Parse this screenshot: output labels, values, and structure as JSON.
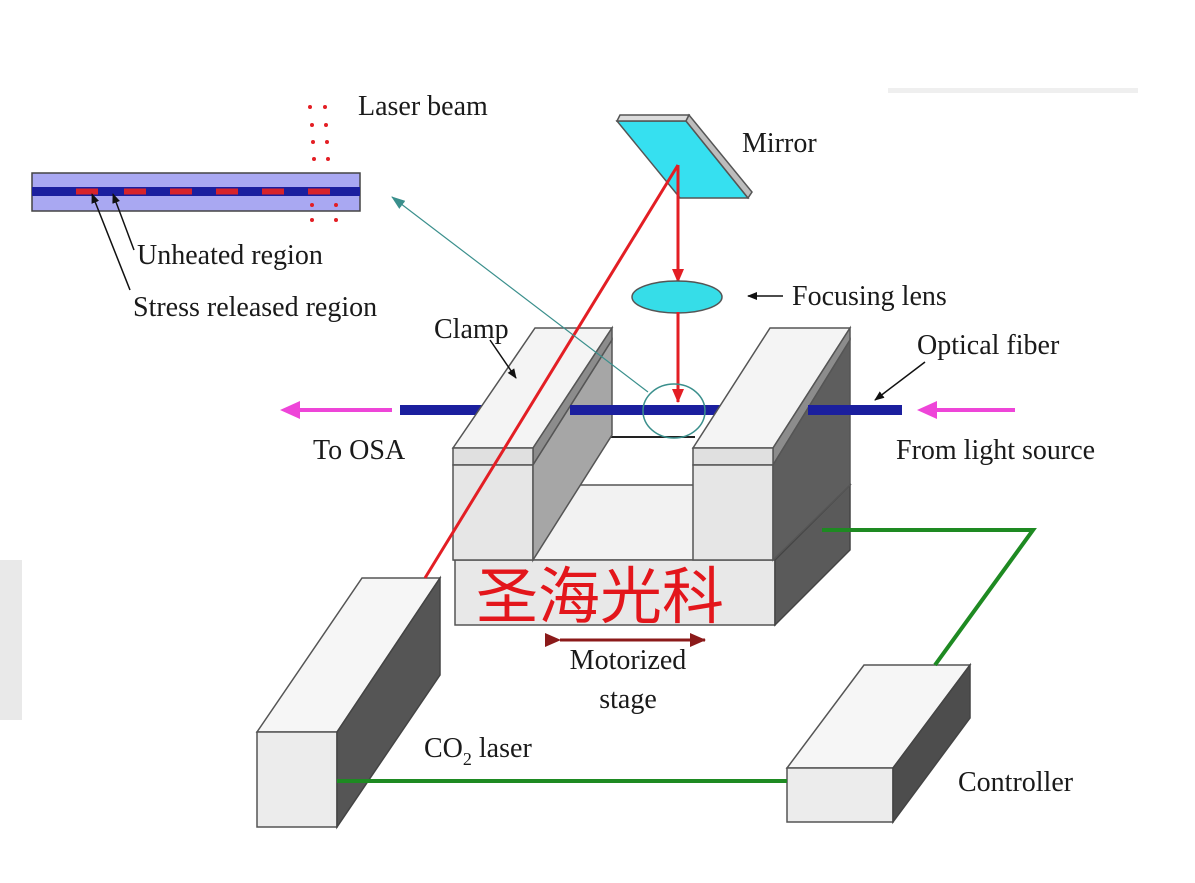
{
  "labels": {
    "laser_beam": "Laser beam",
    "mirror": "Mirror",
    "focusing_lens": "Focusing lens",
    "unheated_region": "Unheated region",
    "stress_released_region": "Stress released region",
    "clamp": "Clamp",
    "optical_fiber": "Optical fiber",
    "to_osa": "To OSA",
    "from_light_source": "From light source",
    "motorized_stage_line1": "Motorized",
    "motorized_stage_line2": "stage",
    "co2_laser_prefix": "CO",
    "co2_laser_subscript": "2",
    "co2_laser_suffix": " laser",
    "controller": "Controller"
  },
  "watermark": "圣海光科",
  "colors": {
    "laser": "#e31e24",
    "fiber": "#1b1f9e",
    "mirror": "#36e0f0",
    "lens": "#36dde8",
    "arrow_magenta": "#ee45d8",
    "wire": "#1e8a22",
    "stage_arrow": "#8b1a1a",
    "pointer": "#3a8f8c",
    "watermark": "#e3161b"
  }
}
